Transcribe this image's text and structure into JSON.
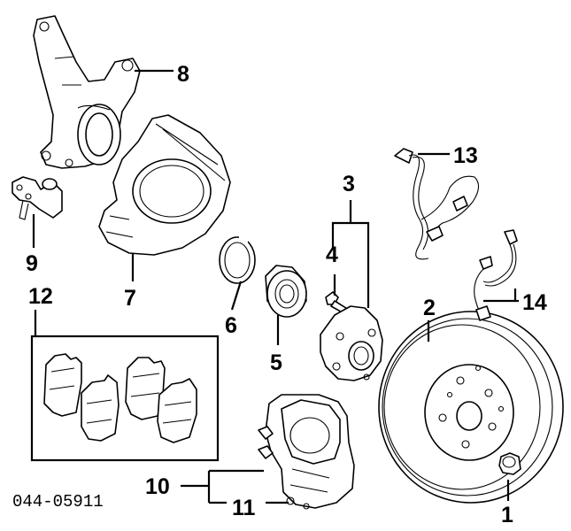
{
  "diagram": {
    "part_code": "044-05911",
    "callouts": {
      "c1": "1",
      "c2": "2",
      "c3": "3",
      "c4": "4",
      "c5": "5",
      "c6": "6",
      "c7": "7",
      "c8": "8",
      "c9": "9",
      "c10": "10",
      "c11": "11",
      "c12": "12",
      "c13": "13",
      "c14": "14"
    },
    "parts": [
      {
        "callout": "1",
        "name": "nut"
      },
      {
        "callout": "2",
        "name": "brake-disc-rotor"
      },
      {
        "callout": "3",
        "name": "hub-assembly"
      },
      {
        "callout": "4",
        "name": "hub-bolt"
      },
      {
        "callout": "5",
        "name": "wheel-bearing"
      },
      {
        "callout": "6",
        "name": "snap-ring"
      },
      {
        "callout": "7",
        "name": "dust-cover-shield"
      },
      {
        "callout": "8",
        "name": "steering-knuckle"
      },
      {
        "callout": "9",
        "name": "ball-joint"
      },
      {
        "callout": "10",
        "name": "caliper-assembly"
      },
      {
        "callout": "11",
        "name": "caliper-bracket"
      },
      {
        "callout": "12",
        "name": "brake-pad-kit"
      },
      {
        "callout": "13",
        "name": "abs-sensor"
      },
      {
        "callout": "14",
        "name": "brake-hose"
      }
    ]
  }
}
